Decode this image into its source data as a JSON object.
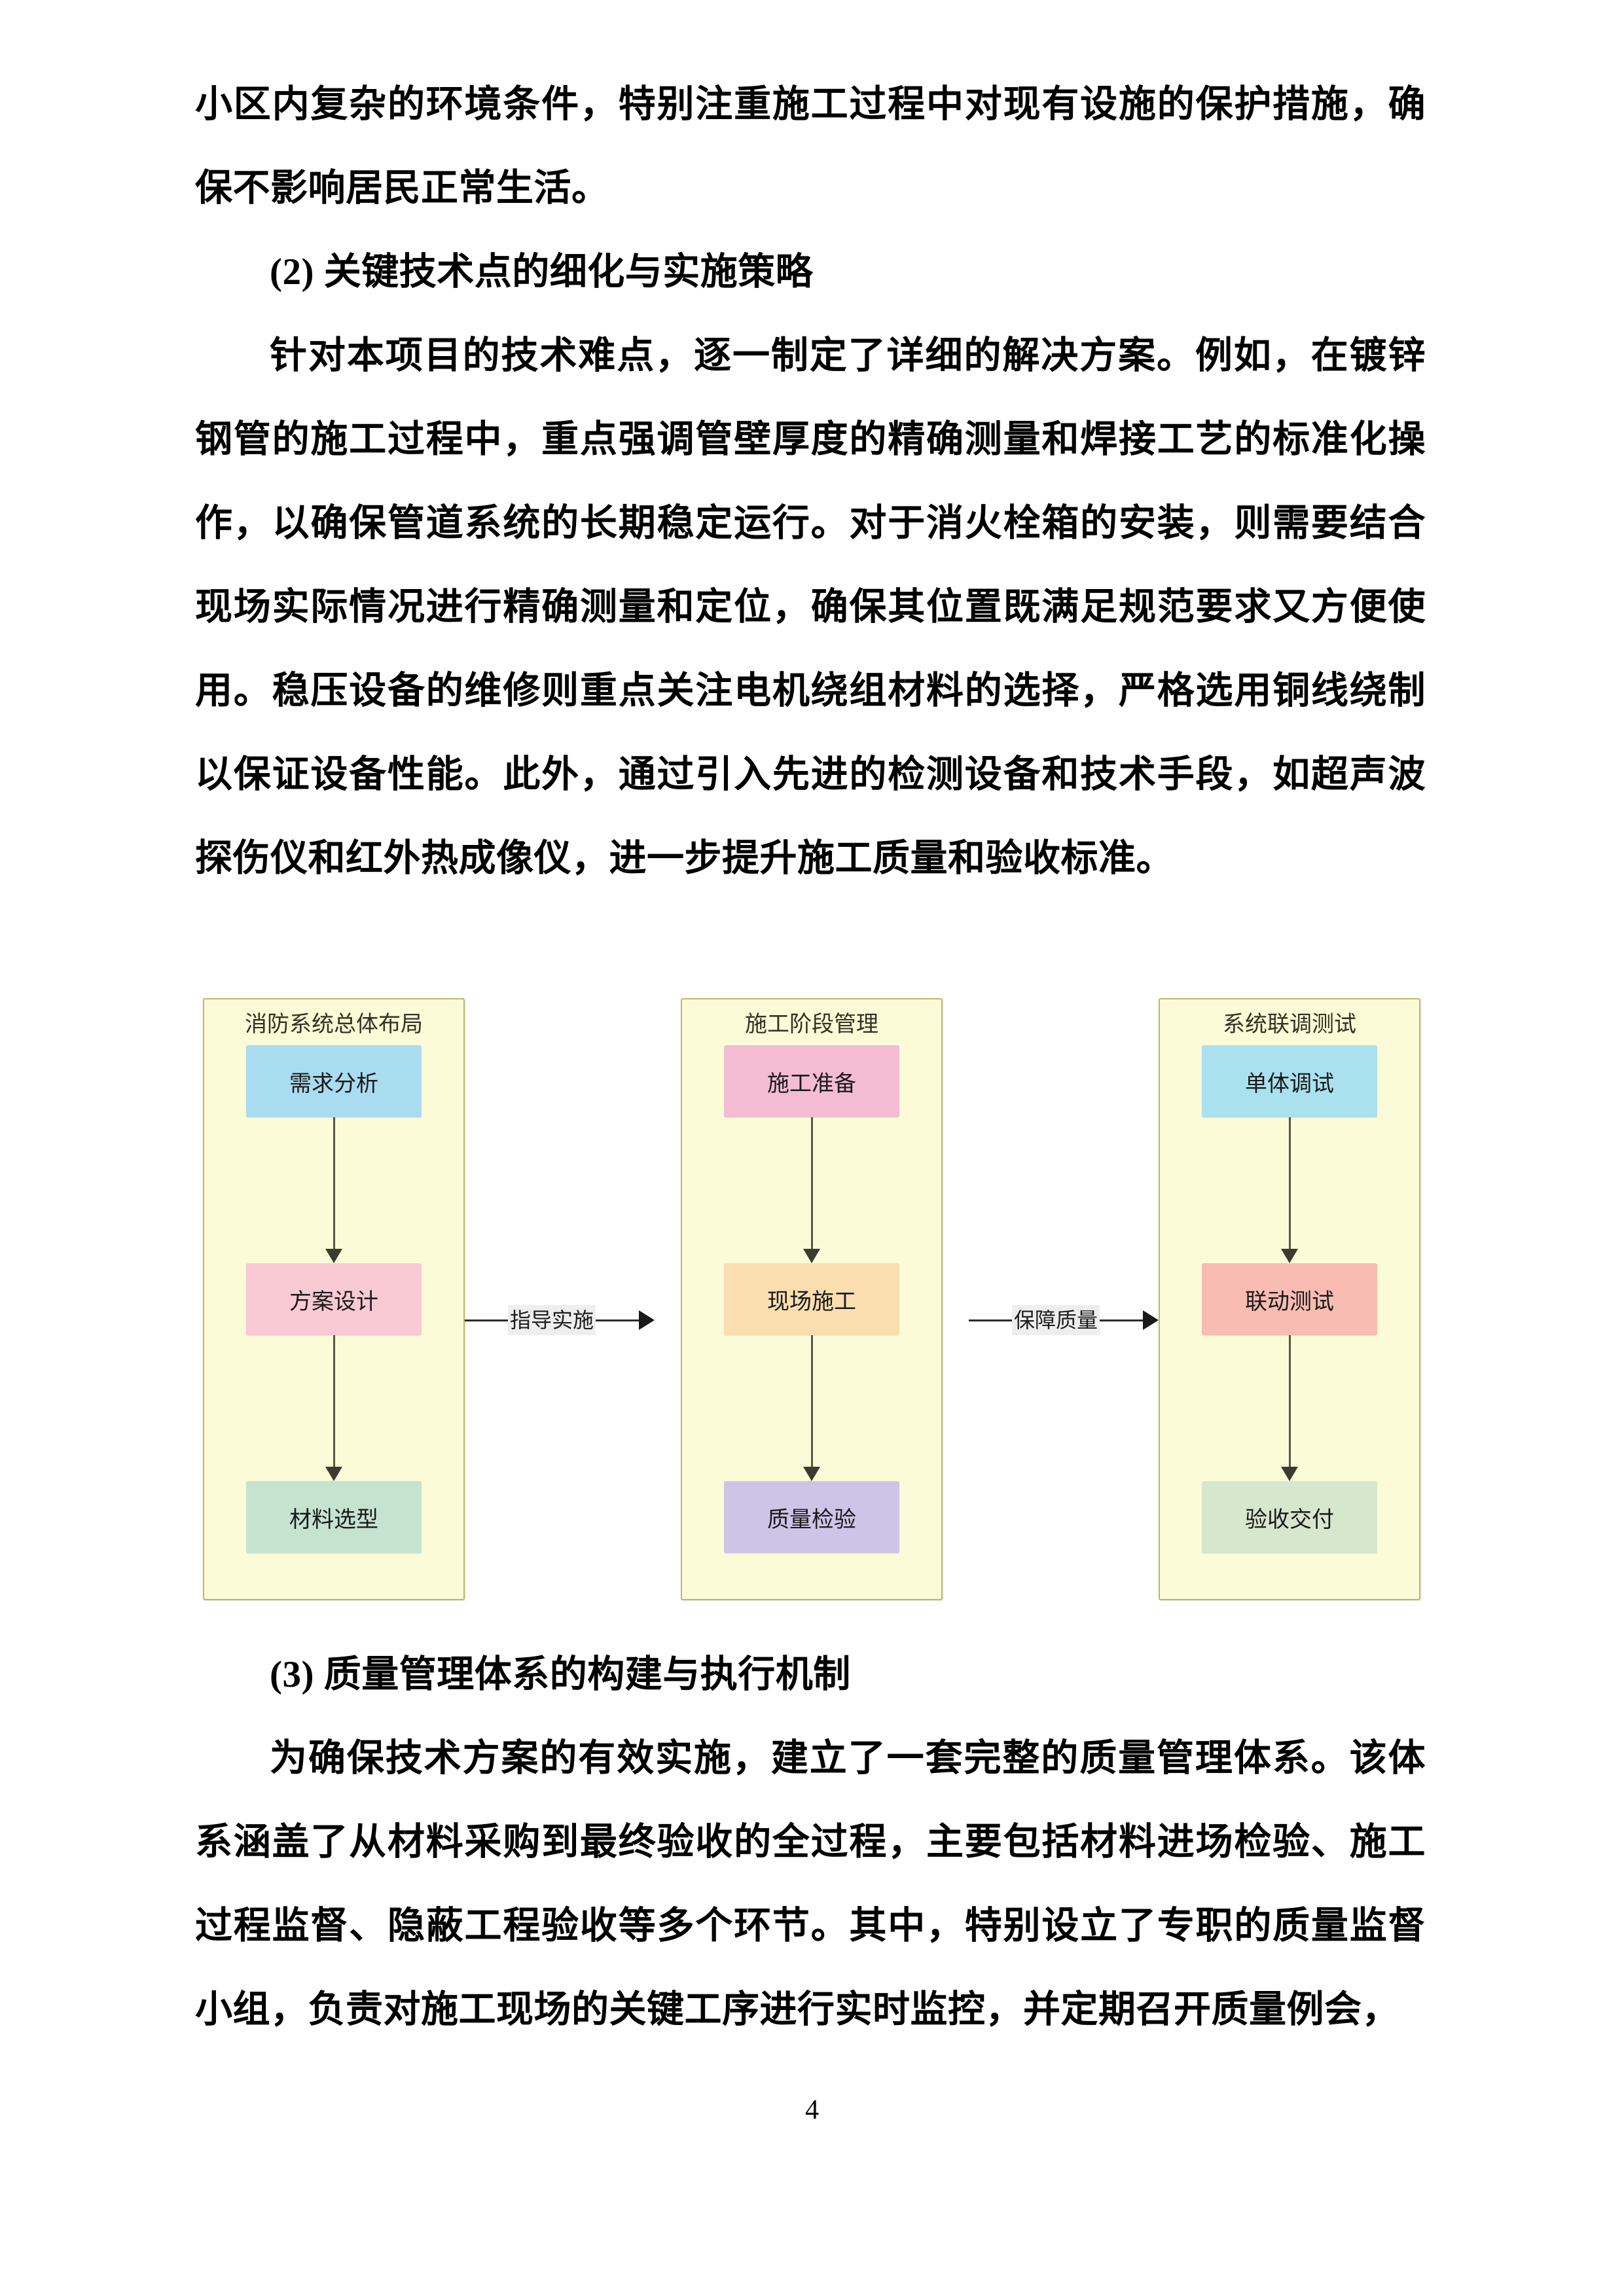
{
  "document": {
    "page_number": "4",
    "paragraphs": [
      {
        "id": "p1",
        "indent": false,
        "text": "小区内复杂的环境条件，特别注重施工过程中对现有设施的保护措施，确保不影响居民正常生活。"
      },
      {
        "id": "p2",
        "indent": true,
        "text": "(2) 关键技术点的细化与实施策略"
      },
      {
        "id": "p3",
        "indent": true,
        "text": "针对本项目的技术难点，逐一制定了详细的解决方案。例如，在镀锌钢管的施工过程中，重点强调管壁厚度的精确测量和焊接工艺的标准化操作，以确保管道系统的长期稳定运行。对于消火栓箱的安装，则需要结合现场实际情况进行精确测量和定位，确保其位置既满足规范要求又方便使用。稳压设备的维修则重点关注电机绕组材料的选择，严格选用铜线绕制以保证设备性能。此外，通过引入先进的检测设备和技术手段，如超声波探伤仪和红外热成像仪，进一步提升施工质量和验收标准。"
      },
      {
        "id": "p4",
        "indent": true,
        "text": "(3) 质量管理体系的构建与执行机制"
      },
      {
        "id": "p5",
        "indent": true,
        "text": "为确保技术方案的有效实施，建立了一套完整的质量管理体系。该体系涵盖了从材料采购到最终验收的全过程，主要包括材料进场检验、施工过程监督、隐蔽工程验收等多个环节。其中，特别设立了专职的质量监督小组，负责对施工现场的关键工序进行实时监控，并定期召开质量例会，"
      }
    ]
  },
  "diagram": {
    "type": "flowchart",
    "cluster_background": "#fbfbd8",
    "cluster_border": "#bdb76b",
    "edge_color": "#585845",
    "clusters": [
      {
        "id": "cluster-1",
        "title": "消防系统总体布局",
        "nodes": [
          {
            "id": "node-1-1",
            "label": "需求分析",
            "fill": "#aadcf0"
          },
          {
            "id": "node-1-2",
            "label": "方案设计",
            "fill": "#f9c9d4"
          },
          {
            "id": "node-1-3",
            "label": "材料选型",
            "fill": "#c5e3cf"
          }
        ]
      },
      {
        "id": "cluster-2",
        "title": "施工阶段管理",
        "nodes": [
          {
            "id": "node-2-1",
            "label": "施工准备",
            "fill": "#f3bcd3"
          },
          {
            "id": "node-2-2",
            "label": "现场施工",
            "fill": "#fade b0"
          },
          {
            "id": "node-2-3",
            "label": "质量检验",
            "fill": "#cec4e8"
          }
        ]
      },
      {
        "id": "cluster-3",
        "title": "系统联调测试",
        "nodes": [
          {
            "id": "node-3-1",
            "label": "单体调试",
            "fill": "#a9e1ef"
          },
          {
            "id": "node-3-2",
            "label": "联动测试",
            "fill": "#f8bcb2"
          },
          {
            "id": "node-3-3",
            "label": "验收交付",
            "fill": "#d6e7cd"
          }
        ]
      }
    ],
    "connectors": [
      {
        "id": "connector-1",
        "label": "指导实施",
        "from": "cluster-1",
        "to": "cluster-2"
      },
      {
        "id": "connector-2",
        "label": "保障质量",
        "from": "cluster-2",
        "to": "cluster-3"
      }
    ]
  }
}
